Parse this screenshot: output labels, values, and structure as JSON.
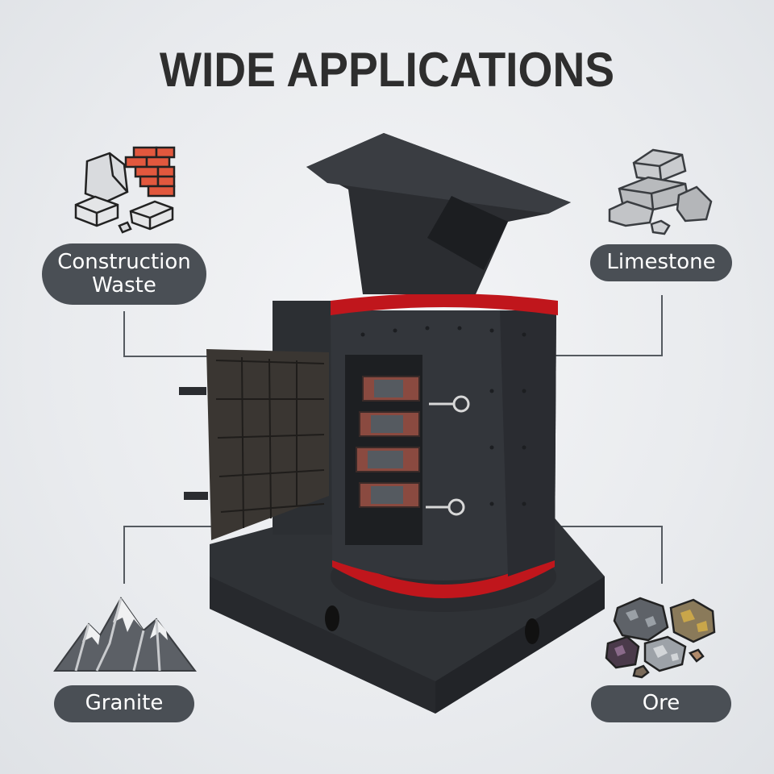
{
  "title": "WIDE APPLICATIONS",
  "applications": [
    {
      "id": "construction-waste",
      "line1": "Construction",
      "line2": "Waste",
      "icon": "brick-wall-debris-icon"
    },
    {
      "id": "limestone",
      "label": "Limestone",
      "icon": "stacked-stones-icon"
    },
    {
      "id": "granite",
      "label": "Granite",
      "icon": "mountain-icon"
    },
    {
      "id": "ore",
      "label": "Ore",
      "icon": "ore-rocks-icon"
    }
  ],
  "colors": {
    "pill_background": "#4a4f55",
    "title": "#2e2e2e",
    "machine_body": "#2f3236",
    "accent_red": "#c0161c"
  }
}
